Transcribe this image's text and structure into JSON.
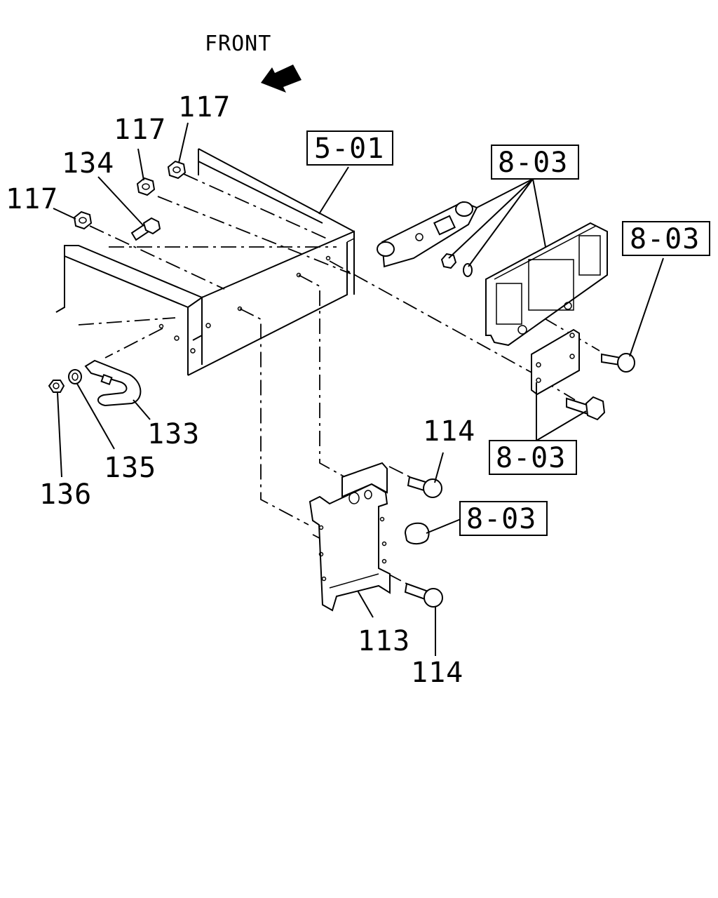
{
  "direction": {
    "text": "FRONT"
  },
  "refs": {
    "r501": "5-01",
    "r803a": "8-03",
    "r803b": "8-03",
    "r803c": "8-03",
    "r803d": "8-03"
  },
  "callouts": {
    "c117a": "117",
    "c117b": "117",
    "c117c": "117",
    "c134": "134",
    "c133": "133",
    "c135": "135",
    "c136": "136",
    "c114a": "114",
    "c114b": "114",
    "c113": "113"
  }
}
